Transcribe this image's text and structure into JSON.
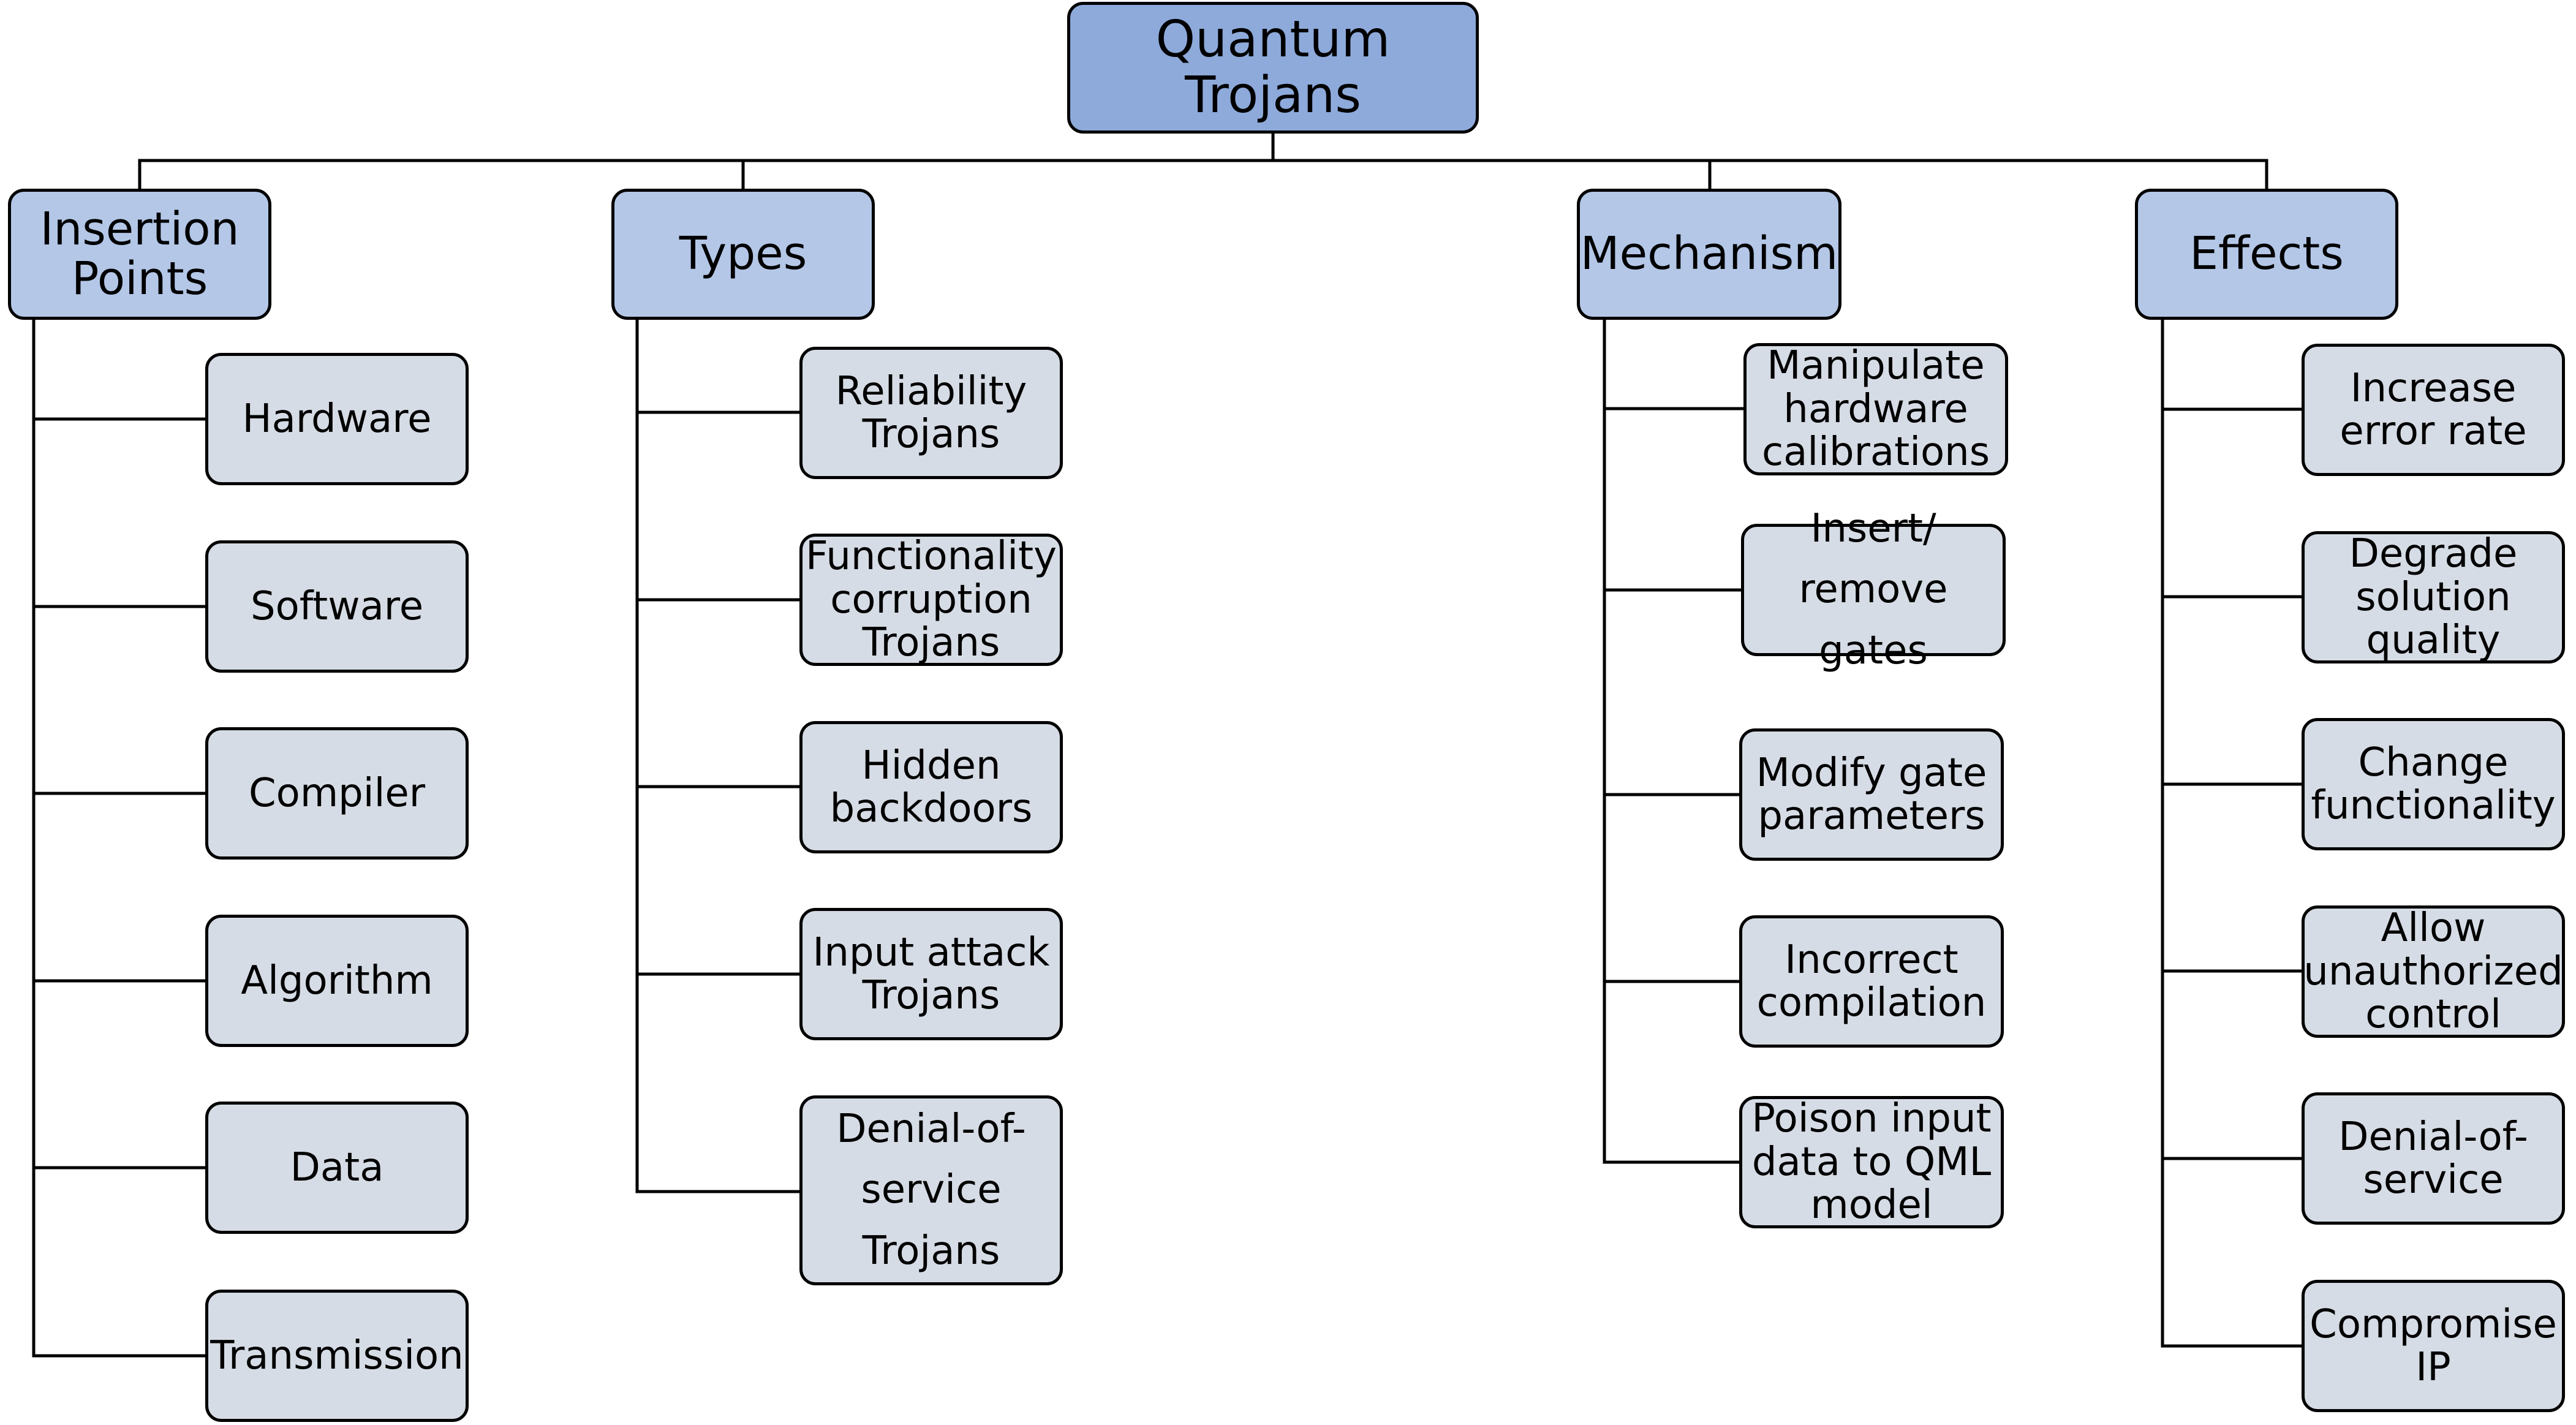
{
  "colors": {
    "root_fill": "#8eaadb",
    "category_fill": "#b4c7e7",
    "leaf_fill": "#d6dce5",
    "line": "#000000"
  },
  "root": {
    "label": "Quantum Trojans"
  },
  "categories": [
    {
      "label": "Insertion\nPoints",
      "items": [
        "Hardware",
        "Software",
        "Compiler",
        "Algorithm",
        "Data",
        "Transmission"
      ]
    },
    {
      "label": "Types",
      "items": [
        "Reliability\nTrojans",
        "Functionality\ncorruption\nTrojans",
        "Hidden\nbackdoors",
        "Input attack\nTrojans",
        "Denial-of-\nservice\nTrojans"
      ]
    },
    {
      "label": "Mechanism",
      "items": [
        "Manipulate\nhardware\ncalibrations",
        "Insert/\nremove gates",
        "Modify gate\nparameters",
        "Incorrect\ncompilation",
        "Poison input\ndata to QML\nmodel"
      ]
    },
    {
      "label": "Effects",
      "items": [
        "Increase\nerror rate",
        "Degrade\nsolution\nquality",
        "Change\nfunctionality",
        "Allow\nunauthorized\ncontrol",
        "Denial-of-\nservice",
        "Compromise\nIP"
      ]
    }
  ]
}
